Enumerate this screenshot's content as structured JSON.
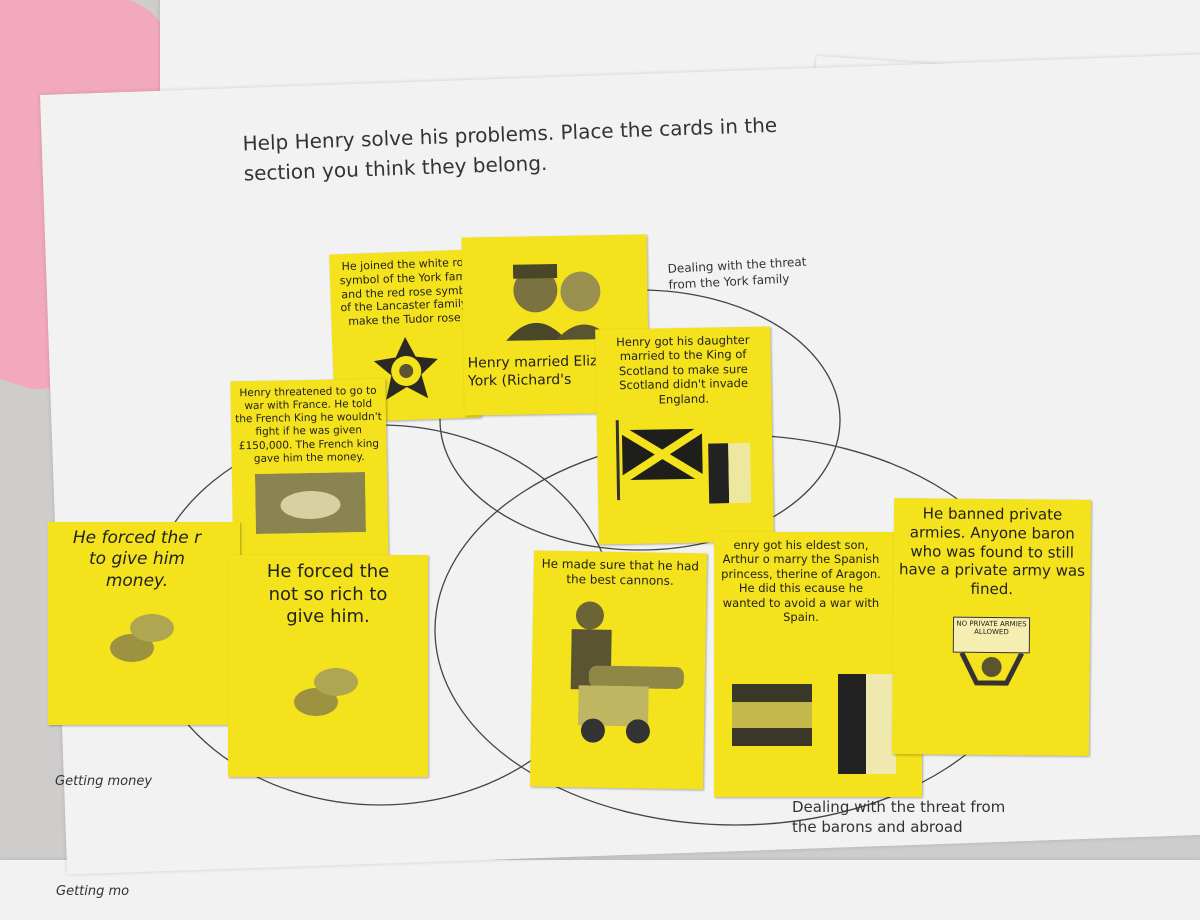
{
  "worksheet": {
    "title": "Help Henry solve his problems. Place the cards in the section you think they belong.",
    "sections": {
      "york": "Dealing with the threat from the York family",
      "money": "Getting money",
      "barons": "Dealing with the threat from the barons and abroad",
      "money_underneath": "Getting mo"
    }
  },
  "cards": [
    {
      "text": "He joined the white ro symbol of the York fam and the red rose symb of the Lancaster family make the Tudor rose",
      "icon": "tudor-rose-icon"
    },
    {
      "text": "Henry married Eliz of York (Richard's",
      "icon": "royal-couple-icon"
    },
    {
      "text": "Henry got his daughter married to the King of Scotland to make sure Scotland didn't invade England.",
      "icon": "scotland-flag-icon"
    },
    {
      "text": "Henry threatened to go to war with France. He told the French King he wouldn't fight if he was given £150,000. The French king gave him the money.",
      "icon": "handshake-icon"
    },
    {
      "text": "He forced the r to give him money.",
      "icon": "coins-icon"
    },
    {
      "text": "He forced the not so rich to give him.",
      "icon": "coins-icon"
    },
    {
      "text": "He made sure that he had the best cannons.",
      "icon": "cannon-icon"
    },
    {
      "text": "enry got his eldest son, Arthur o marry the Spanish princess, therine of Aragon. He did this ecause he wanted to avoid a war with Spain.",
      "icon": "spain-flag-icon"
    },
    {
      "text": "He banned private armies. Anyone baron who was found to still have a private army was fined.",
      "icon": "protest-sign-icon",
      "sign_text": "NO PRIVATE ARMIES ALLOWED"
    }
  ],
  "colors": {
    "card": "#f3e21c",
    "paper": "#f2f2f3",
    "desk": "#cfcdcb",
    "pink_object": "#f2a9bd"
  }
}
